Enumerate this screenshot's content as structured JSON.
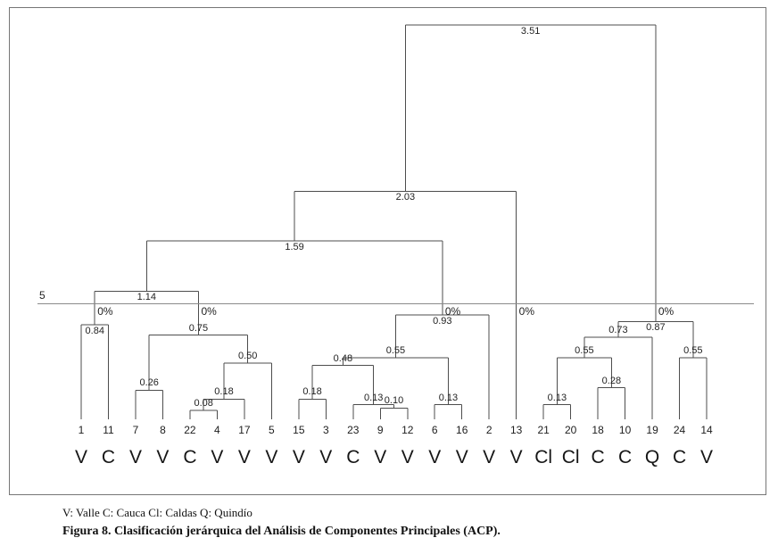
{
  "figure": {
    "legend_line": "V: Valle C: Cauca Cl: Caldas Q: Quindío",
    "caption": "Figura 8. Clasificación jerárquica del Análisis de Componentes Principales (ACP)."
  },
  "chart_data": {
    "type": "dendrogram",
    "orientation": "top-down",
    "title": "Clasificación jerárquica del Análisis de Componentes Principales (ACP)",
    "leaf_order": [
      "1",
      "11",
      "7",
      "8",
      "22",
      "4",
      "17",
      "5",
      "15",
      "3",
      "23",
      "9",
      "12",
      "6",
      "16",
      "2",
      "13",
      "21",
      "20",
      "18",
      "10",
      "19",
      "24",
      "14"
    ],
    "leaf_groups": [
      "V",
      "C",
      "V",
      "V",
      "C",
      "V",
      "V",
      "V",
      "V",
      "V",
      "C",
      "V",
      "V",
      "V",
      "V",
      "V",
      "V",
      "Cl",
      "Cl",
      "C",
      "C",
      "Q",
      "C",
      "V"
    ],
    "group_legend": {
      "V": "Valle",
      "C": "Cauca",
      "Cl": "Caldas",
      "Q": "Quindío"
    },
    "merges": [
      {
        "id": "n1",
        "children": [
          "1",
          "11"
        ],
        "height": 0.84
      },
      {
        "id": "n2",
        "children": [
          "7",
          "8"
        ],
        "height": 0.26
      },
      {
        "id": "n3",
        "children": [
          "22",
          "4"
        ],
        "height": 0.08
      },
      {
        "id": "n4",
        "children": [
          "n3",
          "17"
        ],
        "height": 0.18
      },
      {
        "id": "n5",
        "children": [
          "n4",
          "5"
        ],
        "height": 0.5
      },
      {
        "id": "n6",
        "children": [
          "n2",
          "n5"
        ],
        "height": 0.75
      },
      {
        "id": "n7",
        "children": [
          "n1",
          "n6"
        ],
        "height": 1.14
      },
      {
        "id": "n8",
        "children": [
          "15",
          "3"
        ],
        "height": 0.18
      },
      {
        "id": "n9",
        "children": [
          "9",
          "12"
        ],
        "height": 0.1
      },
      {
        "id": "n10",
        "children": [
          "23",
          "n9"
        ],
        "height": 0.13
      },
      {
        "id": "n11",
        "children": [
          "n8",
          "n10"
        ],
        "height": 0.48
      },
      {
        "id": "n12",
        "children": [
          "6",
          "16"
        ],
        "height": 0.13
      },
      {
        "id": "n13",
        "children": [
          "n11",
          "n12"
        ],
        "height": 0.55
      },
      {
        "id": "n14",
        "children": [
          "n13",
          "2"
        ],
        "height": 0.93
      },
      {
        "id": "n15",
        "children": [
          "n7",
          "n14"
        ],
        "height": 1.59
      },
      {
        "id": "n16",
        "children": [
          "n15",
          "13"
        ],
        "height": 2.03
      },
      {
        "id": "n17",
        "children": [
          "21",
          "20"
        ],
        "height": 0.13
      },
      {
        "id": "n18",
        "children": [
          "18",
          "10"
        ],
        "height": 0.28
      },
      {
        "id": "n19",
        "children": [
          "n17",
          "n18"
        ],
        "height": 0.55
      },
      {
        "id": "n20",
        "children": [
          "n19",
          "19"
        ],
        "height": 0.73
      },
      {
        "id": "n21",
        "children": [
          "24",
          "14"
        ],
        "height": 0.55
      },
      {
        "id": "n22",
        "children": [
          "n20",
          "n21"
        ],
        "height": 0.87
      },
      {
        "id": "n23",
        "children": [
          "n16",
          "n22"
        ],
        "height": 3.51
      }
    ],
    "cut": {
      "clusters_label": "5",
      "height": 1.03,
      "cluster_marks": [
        {
          "node": "n1",
          "label": "0%"
        },
        {
          "node": "n6",
          "label": "0%"
        },
        {
          "node": "n14",
          "label": "0%"
        },
        {
          "node": "13",
          "label": "0%"
        },
        {
          "node": "n22",
          "label": "0%"
        }
      ]
    },
    "colors": {
      "branch": "#4d4d4d",
      "cut_line": "#8a8a8a",
      "text": "#222222"
    }
  }
}
